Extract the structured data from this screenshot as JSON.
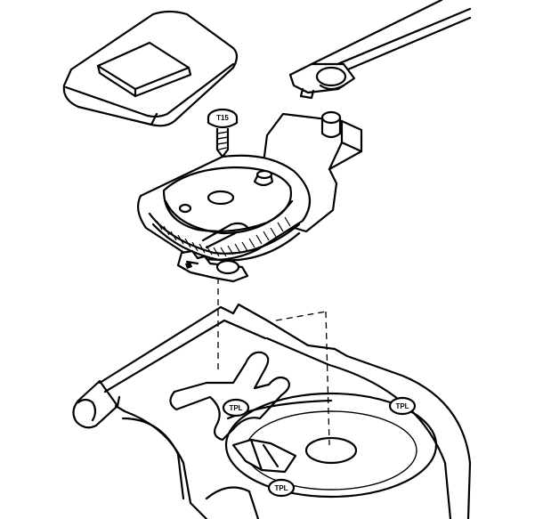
{
  "diagram": {
    "screw_marking": "T15",
    "fastener_markings": [
      "TPL",
      "TPL",
      "TPL"
    ],
    "colors": {
      "line": "#000000",
      "background": "#ffffff"
    },
    "parts": [
      "cover-cap",
      "link-rod",
      "retaining-clip",
      "screw",
      "rotor-assembly",
      "base-plate"
    ]
  }
}
